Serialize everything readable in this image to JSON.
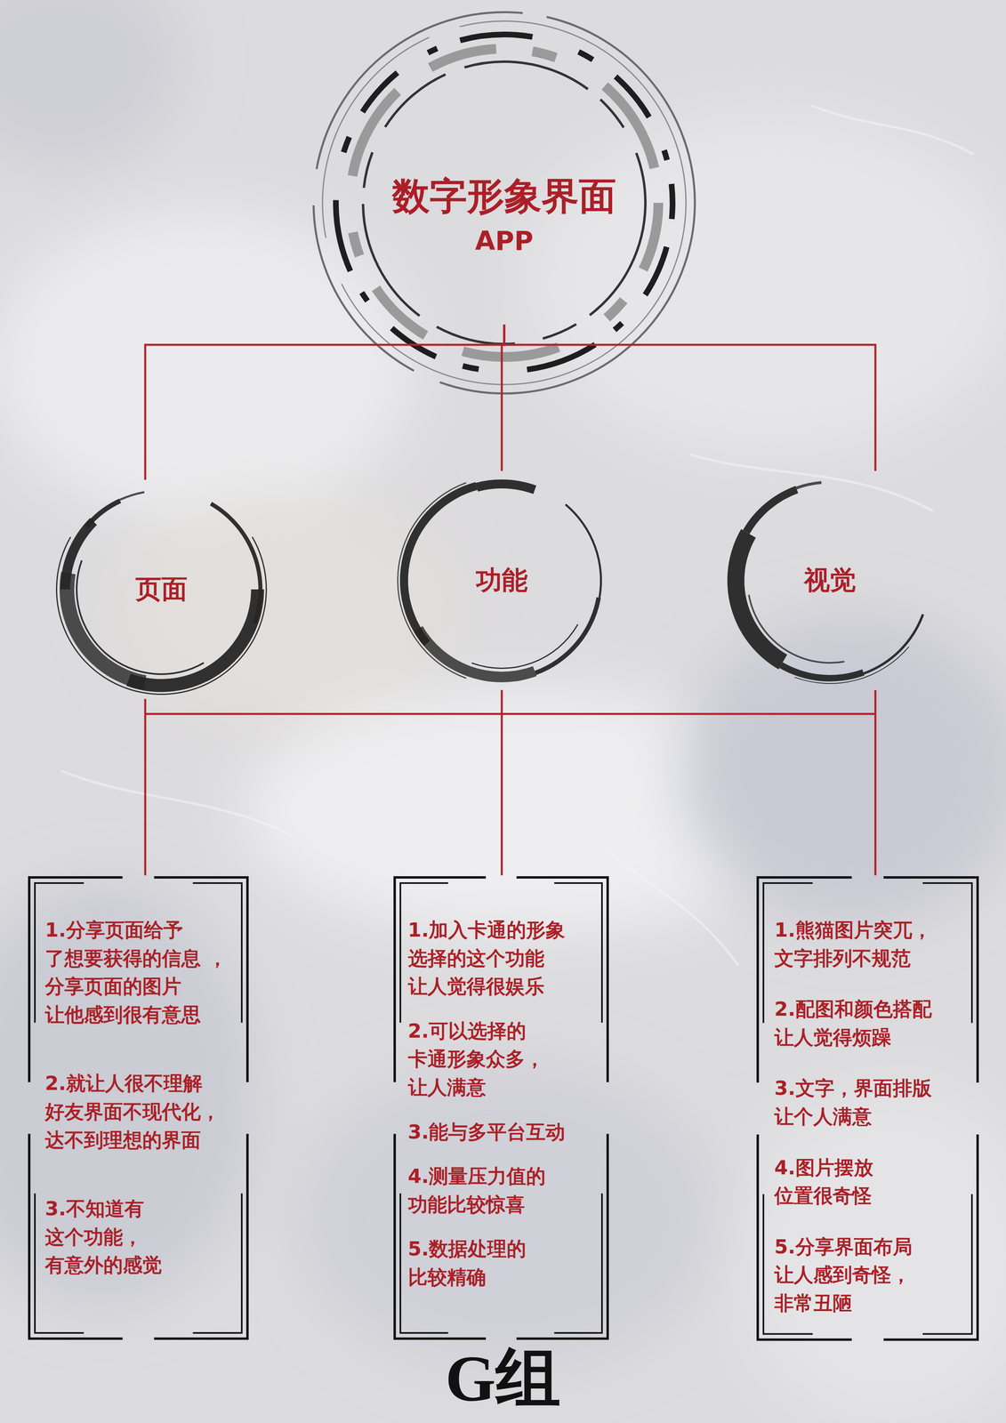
{
  "diagram": {
    "nodes": [
      {
        "text": [
          "数字形象界面",
          "APP"
        ]
      },
      {
        "text": [
          "页面"
        ]
      },
      {
        "text": [
          "功能"
        ]
      },
      {
        "text": [
          "视觉"
        ]
      },
      {
        "text": [
          "1.分享页面给予 了想要获得的信息 ，分享页面的图片 让他感到很有意思",
          "2.就让人很不理解 好友界面不现代化， 达不到理想的界面",
          "3.不知道有 这个功能， 有意外的感觉"
        ]
      },
      {
        "text": [
          "1.加入卡通的形象 选择的这个功能 让人觉得很娱乐",
          "2.可以选择的 卡通形象众多， 让人满意",
          "3.能与多平台互动",
          "4.测量压力值的 功能比较惊喜",
          "5.数据处理的 比较精确"
        ]
      },
      {
        "text": [
          "1.熊猫图片突兀， 文字排列不规范",
          "2.配图和颜色搭配 让人觉得烦躁",
          "3.文字，界面排版 让个人满意",
          "4.图片摆放 位置很奇怪",
          "5.分享界面布局 让人感到奇怪， 非常丑陋"
        ]
      }
    ],
    "edges": [
      {
        "from": 0,
        "to": 1,
        "arrow": "none"
      },
      {
        "from": 0,
        "to": 2,
        "arrow": "none"
      },
      {
        "from": 0,
        "to": 3,
        "arrow": "none"
      },
      {
        "from": 1,
        "to": 4,
        "arrow": "none"
      },
      {
        "from": 2,
        "to": 5,
        "arrow": "none"
      },
      {
        "from": 3,
        "to": 6,
        "arrow": "none"
      }
    ],
    "labels": [
      "G组"
    ]
  }
}
